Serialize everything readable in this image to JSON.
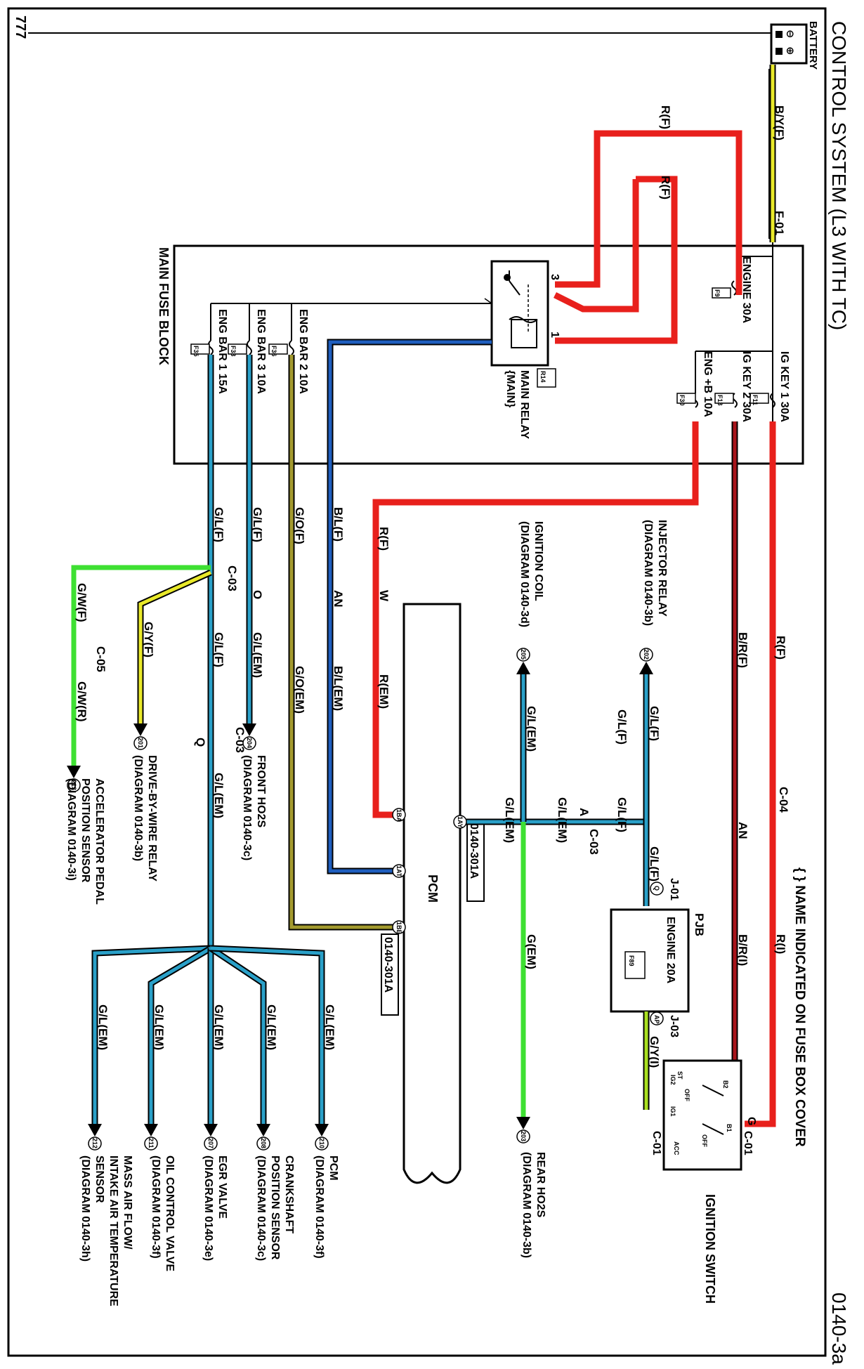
{
  "header": {
    "title": "CONTROL SYSTEM (L3 WITH TC)",
    "page_id": "0140-3a",
    "note": "{ } NAME INDICATED ON FUSE BOX COVER",
    "corner_mark": "777"
  },
  "battery": {
    "label": "BATTERY",
    "minus": "⊖",
    "plus": "⊕"
  },
  "main_fuse_block": {
    "label": "MAIN FUSE BLOCK"
  },
  "main_relay": {
    "id": "R14",
    "name": "MAIN RELAY",
    "alias": "{MAIN}",
    "pin3": "3",
    "pin1": "1"
  },
  "fuses": [
    {
      "id": "F9",
      "label": "ENGINE 30A"
    },
    {
      "id": "F11",
      "label": "IG KEY 1 30A"
    },
    {
      "id": "F13",
      "label": "IG KEY 2 30A"
    },
    {
      "id": "F30",
      "label": "ENG +B 10A"
    },
    {
      "id": "F36",
      "label": "ENG BAR 2 10A"
    },
    {
      "id": "F33",
      "label": "ENG BAR 3 10A"
    },
    {
      "id": "F35",
      "label": "ENG BAR 1 15A"
    }
  ],
  "pjb": {
    "label": "PJB",
    "fuse_label": "ENGINE 20A",
    "fuse_id": "F89"
  },
  "ignition_switch": {
    "label": "IGNITION SWITCH",
    "st": "ST",
    "ig2": "IG2",
    "ig1": "IG1",
    "acc": "ACC",
    "off1": "OFF",
    "off2": "OFF",
    "b1": "B1",
    "b2": "B2"
  },
  "pcm": {
    "label": "PCM",
    "ref_a": "0140-301A",
    "ref_b": "0140-301A",
    "pin_1ba": "1BA",
    "pin_1at": "1AT",
    "pin_1be": "1BE",
    "pin_1ay": "1AY"
  },
  "connectors": {
    "f01": "F-01",
    "c04": "C-04",
    "c01_a": "C-01",
    "c01_b": "C-01",
    "c03_a": "C-03",
    "c03_b": "C-03",
    "c03_c": "C-03",
    "c05": "C-05",
    "j01": "J-01",
    "j03": "J-03",
    "an_a": "AN",
    "an_b": "AN",
    "w": "W",
    "o": "O",
    "q": "Q",
    "a": "A",
    "g": "G",
    "q_circ": "Q",
    "ap_circ": "AP"
  },
  "wires": {
    "by_f": "B/Y(F)",
    "r_f_1": "R(F)",
    "r_f_2": "R(F)",
    "r_f_ig": "R(F)",
    "r_i": "R(I)",
    "br_f": "B/R(F)",
    "br_i": "B/R(I)",
    "r_f_pcm": "R(F)",
    "r_em": "R(EM)",
    "bl_f": "B/L(F)",
    "bl_em": "B/L(EM)",
    "go_f": "G/O(F)",
    "go_em": "G/O(EM)",
    "gl_f_1": "G/L(F)",
    "gl_f_2": "G/L(F)",
    "gl_em_1": "G/L(EM)",
    "gl_f_3": "G/L(F)",
    "gl_em_2": "G/L(EM)",
    "gy_f": "G/Y(F)",
    "gw_f": "G/W(F)",
    "gw_r": "G/W(R)",
    "gl_f_inj": "G/L(F)",
    "gl_f_j1": "G/L(F)",
    "gl_f_j2": "G/L(F)",
    "gl_f_j3": "G/L(F)",
    "gl_em_ign": "G/L(EM)",
    "gl_em_c": "G/L(EM)",
    "gl_em_d": "G/L(EM)",
    "g_em": "G(EM)",
    "gy_i": "G/Y(I)",
    "gl_em_b1": "G/L(EM)",
    "gl_em_b2": "G/L(EM)",
    "gl_em_b3": "G/L(EM)",
    "gl_em_b4": "G/L(EM)",
    "gl_em_b5": "G/L(EM)"
  },
  "destinations": {
    "injector_relay": {
      "name": "INJECTOR RELAY",
      "ref": "(DIAGRAM 0140-3b)",
      "num": "202"
    },
    "ignition_coil": {
      "name": "IGNITION COIL",
      "ref": "(DIAGRAM 0140-3d)",
      "num": "205"
    },
    "front_ho2s": {
      "name": "FRONT HO2S",
      "ref": "(DIAGRAM 0140-3c)",
      "num": "204"
    },
    "dbw_relay": {
      "name": "DRIVE-BY-WIRE RELAY",
      "ref": "(DIAGRAM 0140-3b)",
      "num": "201"
    },
    "app_sensor": {
      "name1": "ACCELERATOR PEDAL",
      "name2": "POSITION SENSOR",
      "ref": "(DIAGRAM 0140-3i)",
      "num": "213"
    },
    "rear_ho2s": {
      "name": "REAR HO2S",
      "ref": "(DIAGRAM 0140-3b)",
      "num": "203"
    },
    "pcm_dest": {
      "name": "PCM",
      "ref": "(DIAGRAM 0140-3f)",
      "num": "210"
    },
    "ckp_sensor": {
      "name1": "CRANKSHAFT",
      "name2": "POSITION SENSOR",
      "ref": "(DIAGRAM 0140-3c)",
      "num": "208"
    },
    "egr_valve": {
      "name": "EGR VALVE",
      "ref": "(DIAGRAM 0140-3e)",
      "num": "207"
    },
    "ocv": {
      "name": "OIL CONTROL VALVE",
      "ref": "(DIAGRAM 0140-3f)",
      "num": "211"
    },
    "maf": {
      "name1": "MASS AIR FLOW/",
      "name2": "INTAKE AIR TEMPERATURE",
      "name3": "SENSOR",
      "ref": "(DIAGRAM 0140-3h)",
      "num": "212"
    }
  },
  "colors": {
    "red": "#e8201c",
    "blue": "#1f5fbf",
    "green": "#3ee032",
    "yellow": "#e9e92a",
    "olive": "#a39a2e",
    "dark_red": "#a8151b",
    "teal": "#2aa0c8"
  }
}
